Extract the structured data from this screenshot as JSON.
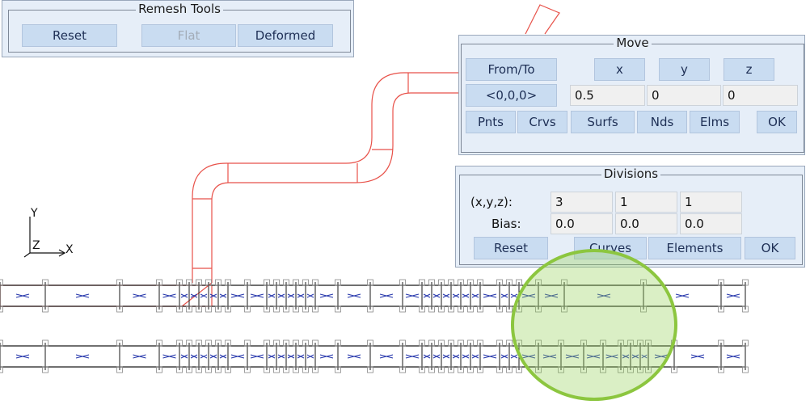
{
  "remesh_tools": {
    "title": "Remesh Tools",
    "reset_label": "Reset",
    "flat_label": "Flat",
    "deformed_label": "Deformed"
  },
  "move": {
    "title": "Move",
    "from_to_label": "From/To",
    "x_label": "x",
    "y_label": "y",
    "z_label": "z",
    "origin_label": "<0,0,0>",
    "x_value": "0.5",
    "y_value": "0",
    "z_value": "0",
    "pnts_label": "Pnts",
    "crvs_label": "Crvs",
    "surfs_label": "Surfs",
    "nds_label": "Nds",
    "elms_label": "Elms",
    "ok_label": "OK"
  },
  "divisions": {
    "title": "Divisions",
    "xyz_label": "(x,y,z):",
    "bias_label": "Bias:",
    "x_div": "3",
    "y_div": "1",
    "z_div": "1",
    "bias_x": "0.0",
    "bias_y": "0.0",
    "bias_z": "0.0",
    "reset_label": "Reset",
    "curves_label": "Curves",
    "elements_label": "Elements",
    "ok_label": "OK"
  },
  "axes": {
    "y_label": "Y",
    "x_label": "X",
    "z_label": "Z"
  },
  "colors": {
    "geometry": "#e8524a",
    "mesh": "#1a1a1a",
    "markers": "#2233aa",
    "panel_bg": "#e6eef8",
    "button_bg": "#c9dcf1",
    "highlight": "#8cc63f"
  }
}
